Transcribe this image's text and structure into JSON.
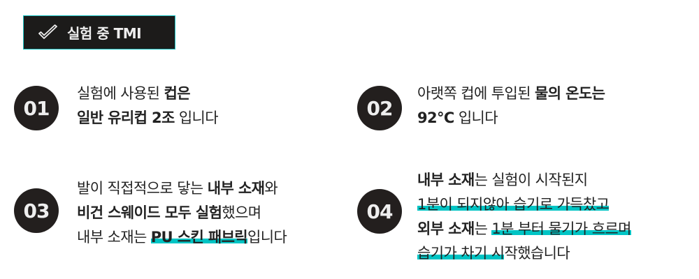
{
  "badge": {
    "icon": "check-icon",
    "title": "실험 중 TMI"
  },
  "accent_color": "#00c4c4",
  "items": [
    {
      "number": "01",
      "lines": [
        [
          {
            "text": "실험에 사용된 "
          },
          {
            "text": "컵은",
            "bold": true
          }
        ],
        [
          {
            "text": "일반 유리컵 2조",
            "bold": true
          },
          {
            "text": " 입니다"
          }
        ]
      ]
    },
    {
      "number": "02",
      "lines": [
        [
          {
            "text": "아랫쪽 컵에 투입된 "
          },
          {
            "text": "물의 온도는",
            "bold": true
          }
        ],
        [
          {
            "text": "92°C",
            "bold": true
          },
          {
            "text": " 입니다"
          }
        ]
      ]
    },
    {
      "number": "03",
      "lines": [
        [
          {
            "text": "발이 직접적으로 닿는 "
          },
          {
            "text": "내부 소재",
            "bold": true
          },
          {
            "text": "와"
          }
        ],
        [
          {
            "text": "비건 스웨이드 모두 실험",
            "bold": true
          },
          {
            "text": "했으며"
          }
        ],
        [
          {
            "text": "내부 소재는 "
          },
          {
            "text": "PU 스킨 패브릭",
            "bold": true,
            "hl": true
          },
          {
            "text": "입니다"
          }
        ]
      ]
    },
    {
      "number": "04",
      "lines": [
        [
          {
            "text": "내부 소재",
            "bold": true
          },
          {
            "text": "는 실험이 시작된지"
          }
        ],
        [
          {
            "text": "1분이 되지않아 습기로 가득찼고",
            "hl": true
          }
        ],
        [
          {
            "text": "외부 소재",
            "bold": true
          },
          {
            "text": "는 "
          },
          {
            "text": "1분 부터 물기가 흐르며",
            "hl": true
          }
        ],
        [
          {
            "text": "습기가 차기 시",
            "hl": true
          },
          {
            "text": "작했습니다"
          }
        ]
      ]
    }
  ]
}
